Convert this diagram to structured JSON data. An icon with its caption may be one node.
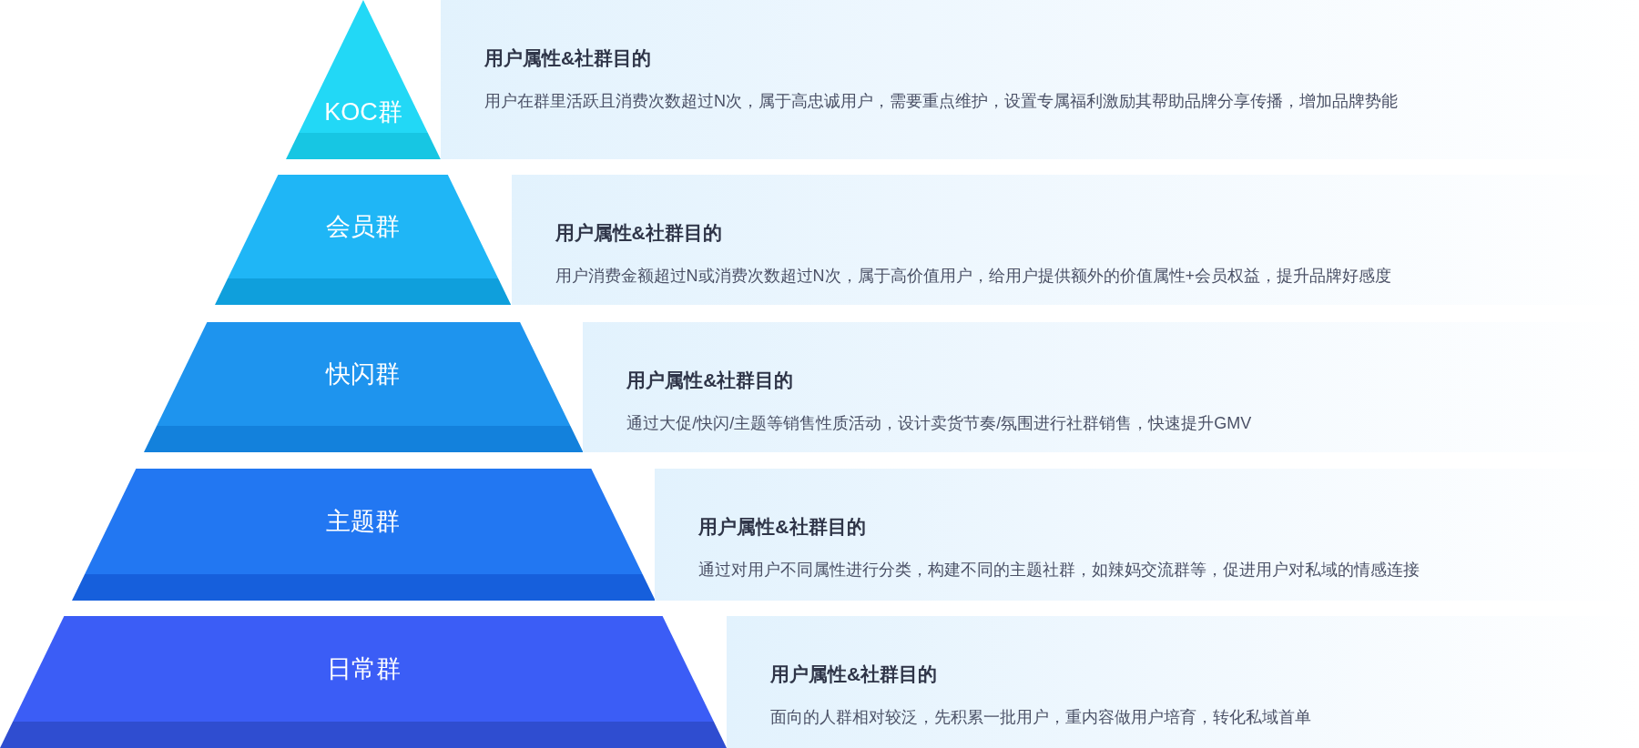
{
  "diagram": {
    "nodes": [
      {
        "text": [
          "KOC群"
        ]
      },
      {
        "text": [
          "用户属性&社群目的",
          "用户在群里活跃且消费次数超过N次，属于高忠诚用户，需要重点维护，设置专属福利激励其帮助品牌分享传播，增加品牌势能"
        ]
      },
      {
        "text": [
          "会员群"
        ]
      },
      {
        "text": [
          "用户属性&社群目的",
          "用户消费金额超过N或消费次数超过N次，属于高价值用户，给用户提供额外的价值属性+会员权益，提升品牌好感度"
        ]
      },
      {
        "text": [
          "快闪群"
        ]
      },
      {
        "text": [
          "用户属性&社群目的",
          "通过大促/快闪/主题等销售性质活动，设计卖货节奏/氛围进行社群销售，快速提升GMV"
        ]
      },
      {
        "text": [
          "主题群"
        ]
      },
      {
        "text": [
          "用户属性&社群目的",
          "通过对用户不同属性进行分类，构建不同的主题社群，如辣妈交流群等，促进用户对私域的情感连接"
        ]
      },
      {
        "text": [
          "日常群"
        ]
      },
      {
        "text": [
          "用户属性&社群目的",
          "面向的人群相对较泛，先积累一批用户，重内容做用户培育，转化私域首单"
        ]
      }
    ]
  }
}
